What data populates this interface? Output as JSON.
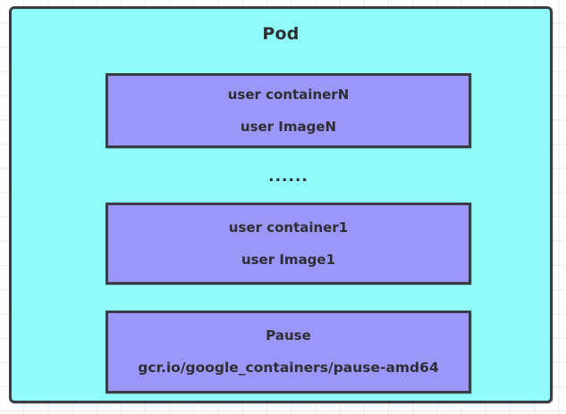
{
  "diagram": {
    "title": "Pod",
    "colors": {
      "pod_fill": "#8FFCFB",
      "container_fill": "#9A97F8",
      "border": "#3c3c44",
      "text": "#2e2e33",
      "canvas": "#ffffff",
      "grid_line": "#e8e8ec"
    },
    "ellipsis": "......",
    "containers": [
      {
        "name": "user containerN",
        "image": "user ImageN"
      },
      {
        "name": "user container1",
        "image": "user Image1"
      },
      {
        "name": "Pause",
        "image": "gcr.io/google_containers/pause-amd64"
      }
    ]
  }
}
